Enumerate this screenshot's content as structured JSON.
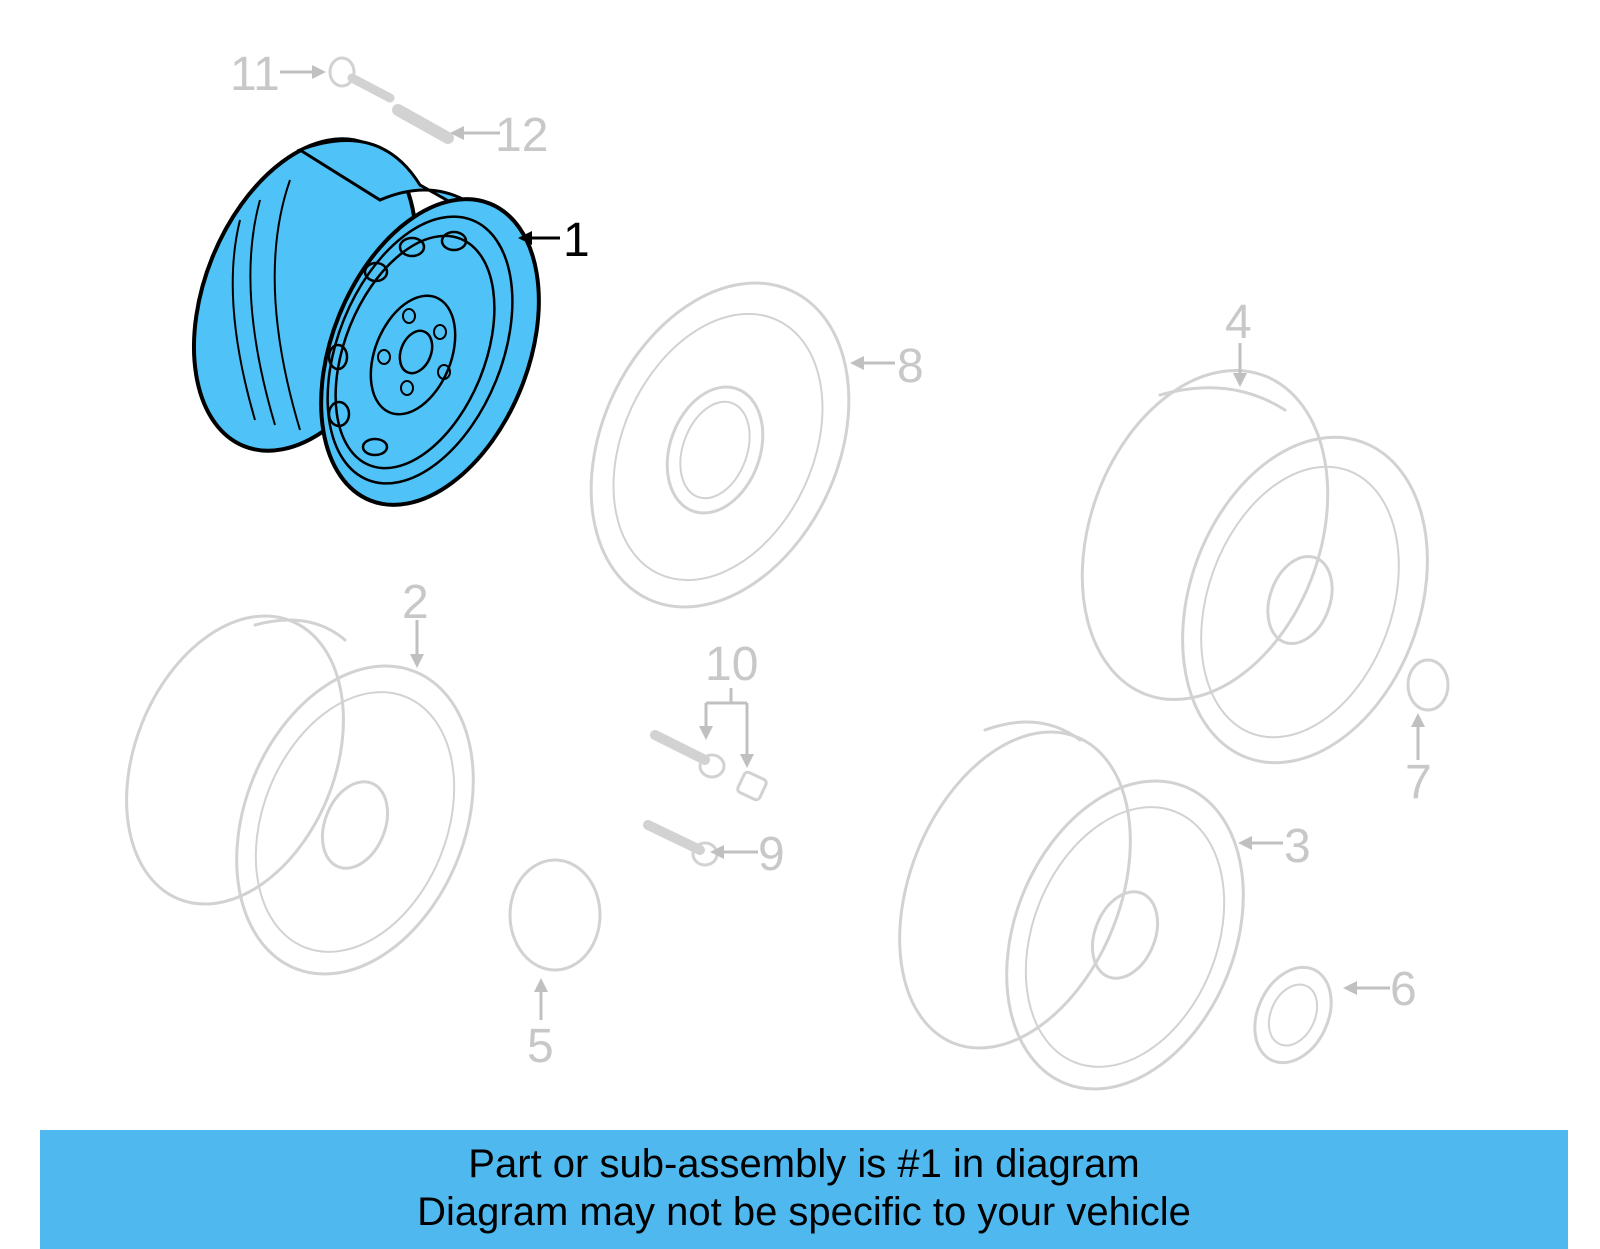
{
  "diagram": {
    "highlight_color": "#4fc3f7",
    "ghost_color": "#d2d2d2",
    "highlighted_part": "1",
    "callouts": [
      {
        "id": "c1",
        "label": "1"
      },
      {
        "id": "c2",
        "label": "2"
      },
      {
        "id": "c3",
        "label": "3"
      },
      {
        "id": "c4",
        "label": "4"
      },
      {
        "id": "c5",
        "label": "5"
      },
      {
        "id": "c6",
        "label": "6"
      },
      {
        "id": "c7",
        "label": "7"
      },
      {
        "id": "c8",
        "label": "8"
      },
      {
        "id": "c9",
        "label": "9"
      },
      {
        "id": "c10",
        "label": "10"
      },
      {
        "id": "c11",
        "label": "11"
      },
      {
        "id": "c12",
        "label": "12"
      }
    ]
  },
  "banner": {
    "background": "#4fb8ee",
    "line1": "Part or sub-assembly is #1 in diagram",
    "line2": "Diagram may not be specific to your vehicle"
  }
}
